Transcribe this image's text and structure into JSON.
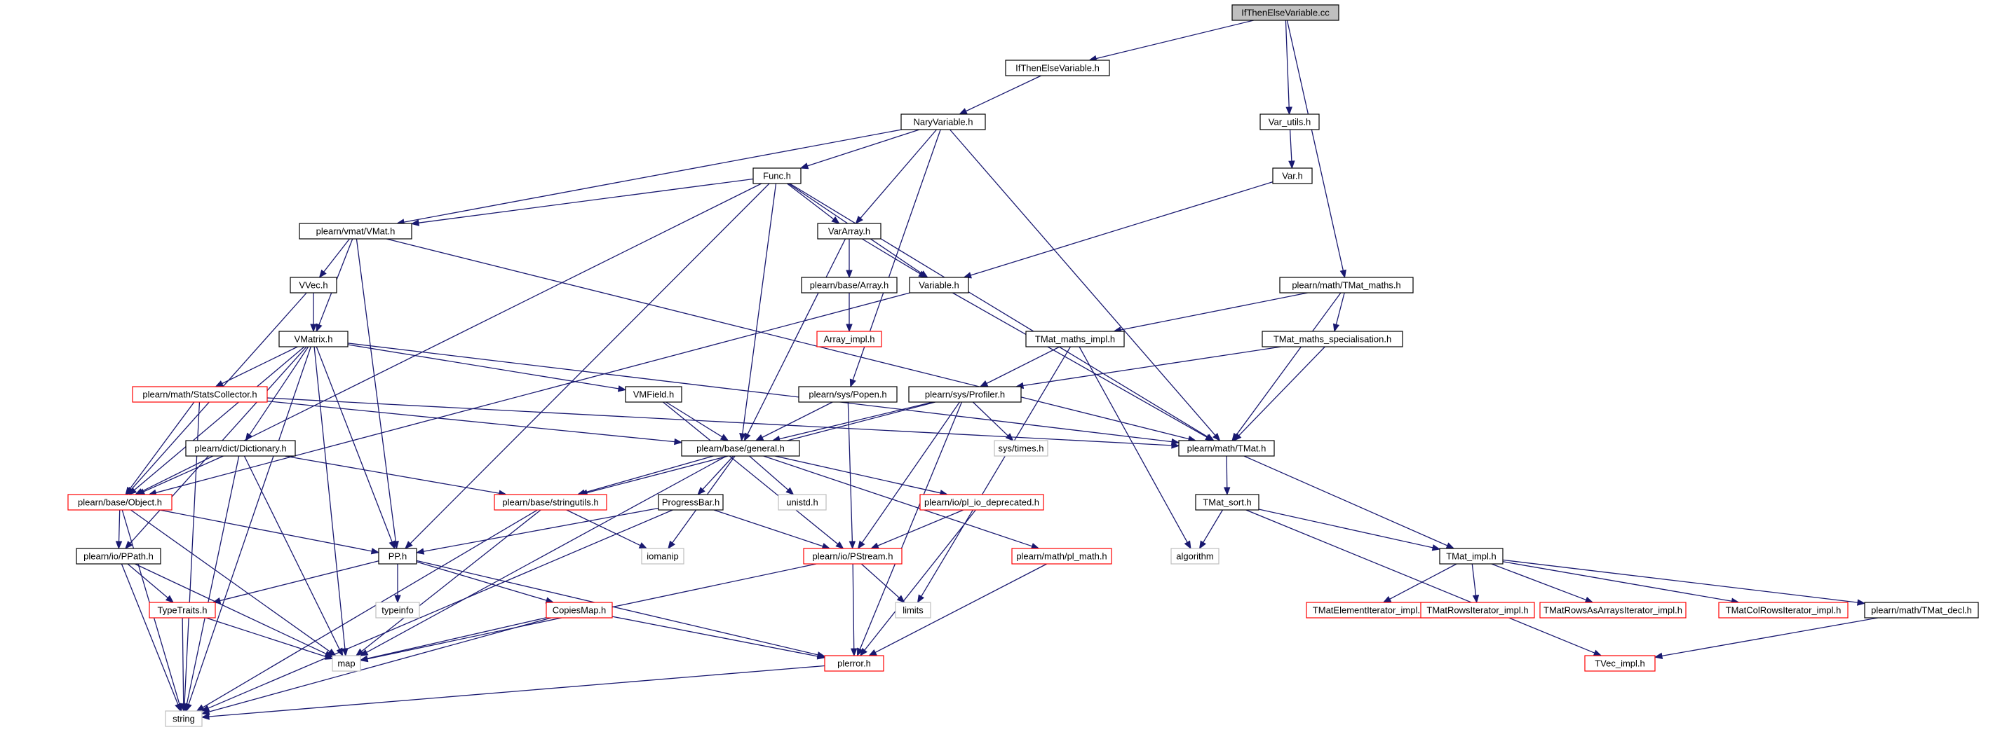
{
  "graph": {
    "colors": {
      "edge": "#191970",
      "root_fill": "#bfbfbf",
      "normal_border": "#000000",
      "truncated_border": "#ff0000",
      "external_border": "#bfbfbf"
    },
    "nodes": [
      {
        "id": "root",
        "label": "IfThenElseVariable.cc",
        "kind": "root"
      },
      {
        "id": "ifh",
        "label": "IfThenElseVariable.h",
        "kind": "normal"
      },
      {
        "id": "nary",
        "label": "NaryVariable.h",
        "kind": "normal"
      },
      {
        "id": "varutils",
        "label": "Var_utils.h",
        "kind": "normal"
      },
      {
        "id": "varh",
        "label": "Var.h",
        "kind": "normal"
      },
      {
        "id": "func",
        "label": "Func.h",
        "kind": "normal"
      },
      {
        "id": "vmat",
        "label": "plearn/vmat/VMat.h",
        "kind": "normal"
      },
      {
        "id": "vararray",
        "label": "VarArray.h",
        "kind": "normal"
      },
      {
        "id": "arrayh",
        "label": "plearn/base/Array.h",
        "kind": "normal"
      },
      {
        "id": "arrayimpl",
        "label": "Array_impl.h",
        "kind": "truncated"
      },
      {
        "id": "variable",
        "label": "Variable.h",
        "kind": "normal"
      },
      {
        "id": "vvec",
        "label": "VVec.h",
        "kind": "normal"
      },
      {
        "id": "vmatrix",
        "label": "VMatrix.h",
        "kind": "normal"
      },
      {
        "id": "statscol",
        "label": "plearn/math/StatsCollector.h",
        "kind": "truncated"
      },
      {
        "id": "vmfield",
        "label": "VMField.h",
        "kind": "normal"
      },
      {
        "id": "popen",
        "label": "plearn/sys/Popen.h",
        "kind": "normal"
      },
      {
        "id": "tmatmaths",
        "label": "plearn/math/TMat_maths.h",
        "kind": "normal"
      },
      {
        "id": "tmmimpl",
        "label": "TMat_maths_impl.h",
        "kind": "normal"
      },
      {
        "id": "tmmspec",
        "label": "TMat_maths_specialisation.h",
        "kind": "normal"
      },
      {
        "id": "profiler",
        "label": "plearn/sys/Profiler.h",
        "kind": "normal"
      },
      {
        "id": "systimes",
        "label": "sys/times.h",
        "kind": "external"
      },
      {
        "id": "tmat",
        "label": "plearn/math/TMat.h",
        "kind": "normal"
      },
      {
        "id": "dict",
        "label": "plearn/dict/Dictionary.h",
        "kind": "normal"
      },
      {
        "id": "general",
        "label": "plearn/base/general.h",
        "kind": "normal"
      },
      {
        "id": "object",
        "label": "plearn/base/Object.h",
        "kind": "truncated"
      },
      {
        "id": "stringutils",
        "label": "plearn/base/stringutils.h",
        "kind": "truncated"
      },
      {
        "id": "progress",
        "label": "ProgressBar.h",
        "kind": "normal"
      },
      {
        "id": "unistd",
        "label": "unistd.h",
        "kind": "external"
      },
      {
        "id": "plio",
        "label": "plearn/io/pl_io_deprecated.h",
        "kind": "truncated"
      },
      {
        "id": "tmatsort",
        "label": "TMat_sort.h",
        "kind": "normal"
      },
      {
        "id": "algorithm",
        "label": "algorithm",
        "kind": "external"
      },
      {
        "id": "ppath",
        "label": "plearn/io/PPath.h",
        "kind": "normal"
      },
      {
        "id": "pph",
        "label": "PP.h",
        "kind": "normal"
      },
      {
        "id": "iomanip",
        "label": "iomanip",
        "kind": "external"
      },
      {
        "id": "pstream",
        "label": "plearn/io/PStream.h",
        "kind": "truncated"
      },
      {
        "id": "plmath",
        "label": "plearn/math/pl_math.h",
        "kind": "truncated"
      },
      {
        "id": "tmatimpl",
        "label": "TMat_impl.h",
        "kind": "normal"
      },
      {
        "id": "typetraits",
        "label": "TypeTraits.h",
        "kind": "truncated"
      },
      {
        "id": "typeinfo",
        "label": "typeinfo",
        "kind": "external"
      },
      {
        "id": "copiesmap",
        "label": "CopiesMap.h",
        "kind": "truncated"
      },
      {
        "id": "limits",
        "label": "limits",
        "kind": "external"
      },
      {
        "id": "tmei",
        "label": "TMatElementIterator_impl.h",
        "kind": "truncated"
      },
      {
        "id": "tmri",
        "label": "TMatRowsIterator_impl.h",
        "kind": "truncated"
      },
      {
        "id": "tmrai",
        "label": "TMatRowsAsArraysIterator_impl.h",
        "kind": "truncated"
      },
      {
        "id": "tmci",
        "label": "TMatColRowsIterator_impl.h",
        "kind": "truncated"
      },
      {
        "id": "tmatdecl",
        "label": "plearn/math/TMat_decl.h",
        "kind": "normal"
      },
      {
        "id": "map",
        "label": "map",
        "kind": "external"
      },
      {
        "id": "plerror",
        "label": "plerror.h",
        "kind": "truncated"
      },
      {
        "id": "tvecimpl",
        "label": "TVec_impl.h",
        "kind": "truncated"
      },
      {
        "id": "string",
        "label": "string",
        "kind": "external"
      }
    ],
    "edges": [
      [
        "root",
        "ifh"
      ],
      [
        "root",
        "varutils"
      ],
      [
        "root",
        "tmatmaths"
      ],
      [
        "ifh",
        "nary"
      ],
      [
        "nary",
        "func"
      ],
      [
        "nary",
        "vmat"
      ],
      [
        "nary",
        "vararray"
      ],
      [
        "nary",
        "popen"
      ],
      [
        "nary",
        "tmat"
      ],
      [
        "varutils",
        "varh"
      ],
      [
        "varh",
        "variable"
      ],
      [
        "func",
        "vmat"
      ],
      [
        "func",
        "vararray"
      ],
      [
        "func",
        "variable"
      ],
      [
        "func",
        "object"
      ],
      [
        "func",
        "general"
      ],
      [
        "func",
        "pph"
      ],
      [
        "func",
        "tmat"
      ],
      [
        "vmat",
        "vvec"
      ],
      [
        "vmat",
        "vmatrix"
      ],
      [
        "vmat",
        "pph"
      ],
      [
        "vmat",
        "tmat"
      ],
      [
        "vararray",
        "arrayh"
      ],
      [
        "vararray",
        "variable"
      ],
      [
        "vararray",
        "general"
      ],
      [
        "arrayh",
        "arrayimpl"
      ],
      [
        "variable",
        "object"
      ],
      [
        "variable",
        "tmat"
      ],
      [
        "vvec",
        "vmatrix"
      ],
      [
        "vvec",
        "object"
      ],
      [
        "vmatrix",
        "statscol"
      ],
      [
        "vmatrix",
        "vmfield"
      ],
      [
        "vmatrix",
        "dict"
      ],
      [
        "vmatrix",
        "object"
      ],
      [
        "vmatrix",
        "ppath"
      ],
      [
        "vmatrix",
        "pph"
      ],
      [
        "vmatrix",
        "map"
      ],
      [
        "vmatrix",
        "string"
      ],
      [
        "vmatrix",
        "tmat"
      ],
      [
        "statscol",
        "object"
      ],
      [
        "statscol",
        "general"
      ],
      [
        "statscol",
        "tmat"
      ],
      [
        "statscol",
        "string"
      ],
      [
        "vmfield",
        "general"
      ],
      [
        "vmfield",
        "pstream"
      ],
      [
        "popen",
        "general"
      ],
      [
        "popen",
        "pstream"
      ],
      [
        "tmatmaths",
        "tmmimpl"
      ],
      [
        "tmatmaths",
        "tmmspec"
      ],
      [
        "tmatmaths",
        "tmat"
      ],
      [
        "tmmimpl",
        "profiler"
      ],
      [
        "tmmimpl",
        "algorithm"
      ],
      [
        "tmmimpl",
        "limits"
      ],
      [
        "tmmspec",
        "profiler"
      ],
      [
        "tmmspec",
        "tmat"
      ],
      [
        "profiler",
        "general"
      ],
      [
        "profiler",
        "systimes"
      ],
      [
        "profiler",
        "stringutils"
      ],
      [
        "profiler",
        "pstream"
      ],
      [
        "profiler",
        "plerror"
      ],
      [
        "tmat",
        "tmatsort"
      ],
      [
        "tmat",
        "tmatimpl"
      ],
      [
        "dict",
        "object"
      ],
      [
        "dict",
        "stringutils"
      ],
      [
        "dict",
        "map"
      ],
      [
        "dict",
        "string"
      ],
      [
        "general",
        "progress"
      ],
      [
        "general",
        "unistd"
      ],
      [
        "general",
        "plio"
      ],
      [
        "general",
        "stringutils"
      ],
      [
        "general",
        "iomanip"
      ],
      [
        "general",
        "plmath"
      ],
      [
        "general",
        "map"
      ],
      [
        "object",
        "ppath"
      ],
      [
        "object",
        "pph"
      ],
      [
        "object",
        "map"
      ],
      [
        "object",
        "string"
      ],
      [
        "stringutils",
        "iomanip"
      ],
      [
        "stringutils",
        "map"
      ],
      [
        "stringutils",
        "string"
      ],
      [
        "progress",
        "pph"
      ],
      [
        "progress",
        "pstream"
      ],
      [
        "progress",
        "string"
      ],
      [
        "plio",
        "pstream"
      ],
      [
        "plio",
        "plerror"
      ],
      [
        "tmatsort",
        "algorithm"
      ],
      [
        "tmatsort",
        "tmatimpl"
      ],
      [
        "tmatsort",
        "tvecimpl"
      ],
      [
        "ppath",
        "typetraits"
      ],
      [
        "ppath",
        "map"
      ],
      [
        "ppath",
        "string"
      ],
      [
        "pph",
        "typeinfo"
      ],
      [
        "pph",
        "typetraits"
      ],
      [
        "pph",
        "copiesmap"
      ],
      [
        "pph",
        "plerror"
      ],
      [
        "pstream",
        "limits"
      ],
      [
        "pstream",
        "plerror"
      ],
      [
        "pstream",
        "map"
      ],
      [
        "plmath",
        "plerror"
      ],
      [
        "tmatimpl",
        "tmei"
      ],
      [
        "tmatimpl",
        "tmri"
      ],
      [
        "tmatimpl",
        "tmrai"
      ],
      [
        "tmatimpl",
        "tmci"
      ],
      [
        "tmatimpl",
        "tmatdecl"
      ],
      [
        "tmatdecl",
        "tvecimpl"
      ],
      [
        "typetraits",
        "map"
      ],
      [
        "typetraits",
        "string"
      ],
      [
        "copiesmap",
        "map"
      ],
      [
        "copiesmap",
        "plerror"
      ],
      [
        "copiesmap",
        "string"
      ],
      [
        "plerror",
        "string"
      ]
    ]
  }
}
